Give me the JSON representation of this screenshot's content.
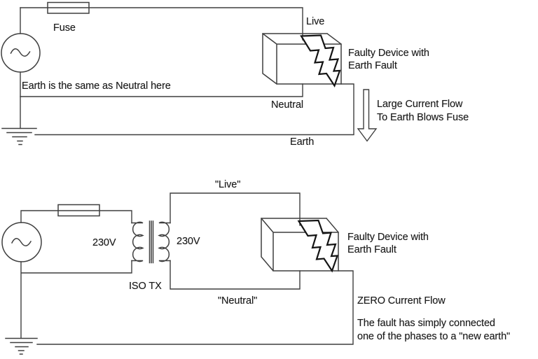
{
  "colors": {
    "bg": "#ffffff",
    "wire": "#3f3f3f",
    "bolt": "#141414",
    "text-color": "#1b1b1b"
  },
  "top_circuit": {
    "fuse_label": "Fuse",
    "source_note": "Earth is the same as Neutral here",
    "live_label": "Live",
    "device_label": "Faulty Device with\nEarth Fault",
    "neutral_label": "Neutral",
    "flow_note": "Large Current Flow\nTo Earth Blows Fuse",
    "earth_label": "Earth"
  },
  "bottom_circuit": {
    "live_label": "\"Live\"",
    "primary_voltage": "230V",
    "secondary_voltage": "230V",
    "transformer_label": "ISO TX",
    "device_label": "Faulty Device with\nEarth Fault",
    "neutral_label": "\"Neutral\"",
    "flow_note": "ZERO Current Flow",
    "fault_note": "The fault has simply connected\none of the phases to a \"new earth\""
  }
}
